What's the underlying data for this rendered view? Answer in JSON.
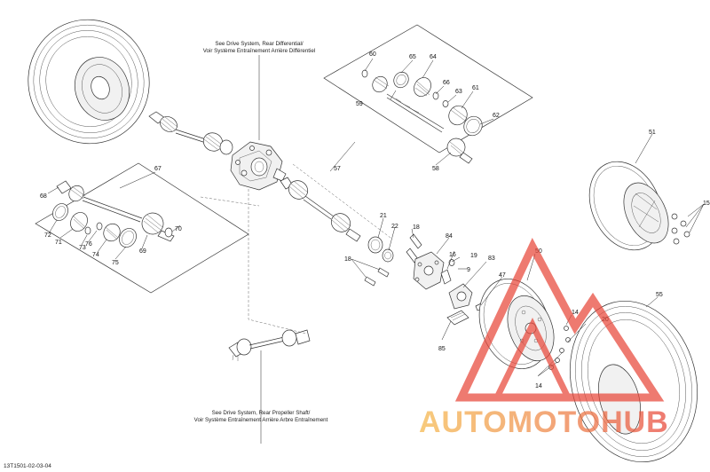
{
  "diagram": {
    "ref_code": "13T1501-02-03-04",
    "notes": {
      "rear_differential": [
        "See Drive System, Rear Differential/",
        "Voir Système Entraînement Arrière Différentiel"
      ],
      "rear_propeller": [
        "See Drive System, Rear Propeller Shaft/",
        "Voir Système Entraînement Arrière Arbre Entraînement"
      ]
    },
    "callouts": {
      "c60": "60",
      "c65": "65",
      "c64": "64",
      "c59": "59",
      "c66": "66",
      "c63": "63",
      "c61": "61",
      "c62": "62",
      "c58": "58",
      "c57": "57",
      "c67": "67",
      "c68": "68",
      "c72": "72",
      "c71": "71",
      "c73": "73",
      "c76": "76",
      "c74": "74",
      "c75": "75",
      "c69": "69",
      "c70": "70",
      "c21": "21",
      "c22": "22",
      "c18a": "18",
      "c84": "84",
      "c16": "16",
      "c19": "19",
      "c9": "9",
      "c83": "83",
      "c18b": "18",
      "c47": "47",
      "c50": "50",
      "c85": "85",
      "c51": "51",
      "c15": "15",
      "c55": "55",
      "c14a": "14",
      "c20": "20",
      "c14b": "14"
    },
    "watermark": {
      "text": "AUTOMOTOHUB",
      "color": "#e8473a",
      "accent": "#f5b74a"
    }
  }
}
